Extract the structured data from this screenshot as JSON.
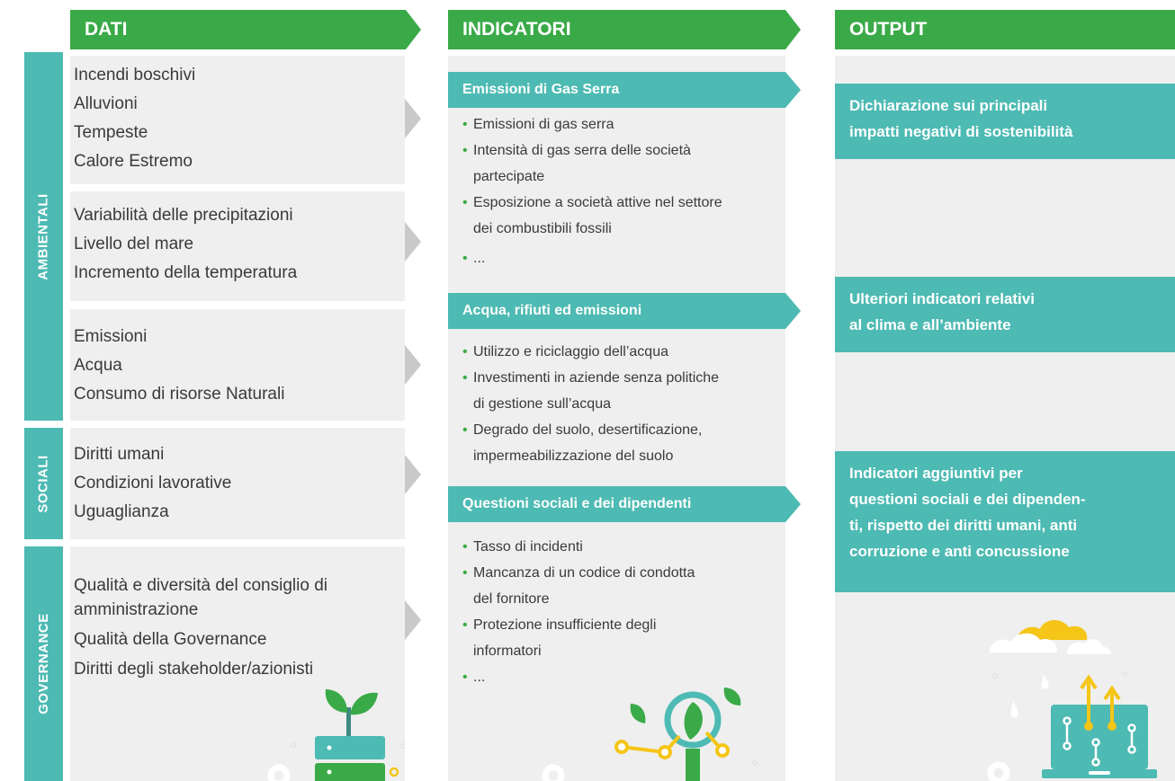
{
  "columns": {
    "dati": "DATI",
    "indicatori": "INDICATORI",
    "output": "OUTPUT"
  },
  "categories": {
    "ambientali": "AMBIENTALI",
    "sociali": "SOCIALI",
    "governance": "GOVERNANCE"
  },
  "dati_groups": [
    {
      "items": [
        "Incendi boschivi",
        "Alluvioni",
        "Tempeste",
        "Calore Estremo"
      ]
    },
    {
      "items": [
        "Variabilità delle precipitazioni",
        "Livello del mare",
        "Incremento della temperatura"
      ]
    },
    {
      "items": [
        "Emissioni",
        "Acqua",
        "Consumo di risorse Naturali"
      ]
    },
    {
      "items": [
        "Diritti umani",
        "Condizioni lavorative",
        "Uguaglianza"
      ]
    },
    {
      "items": [
        "Qualità e diversità del consiglio di",
        "amministrazione",
        "Qualità della Governance",
        "Diritti degli stakeholder/azionisti"
      ]
    }
  ],
  "indicator_groups": [
    {
      "title": "Emissioni di Gas Serra",
      "bullets": [
        [
          "Emissioni di gas serra"
        ],
        [
          "Intensità di gas serra delle società",
          "partecipate"
        ],
        [
          "Esposizione a società attive nel settore",
          "dei combustibili fossili"
        ],
        [
          "..."
        ]
      ]
    },
    {
      "title": "Acqua, rifiuti ed emissioni",
      "bullets": [
        [
          "Utilizzo e riciclaggio dell’acqua"
        ],
        [
          "Investimenti in aziende senza politiche",
          "di gestione sull’acqua"
        ],
        [
          "Degrado del suolo, desertificazione,",
          "impermeabilizzazione del suolo"
        ]
      ]
    },
    {
      "title": "Questioni sociali e dei dipendenti",
      "bullets": [
        [
          "Tasso di incidenti"
        ],
        [
          "Mancanza di un codice di condotta",
          "del fornitore"
        ],
        [
          "Protezione insufficiente degli",
          "informatori"
        ],
        [
          "..."
        ]
      ]
    }
  ],
  "outputs": [
    {
      "lines": [
        "Dichiarazione sui principali",
        "impatti negativi di sostenibilità"
      ]
    },
    {
      "lines": [
        "Ulteriori indicatori relativi",
        "al clima e all’ambiente"
      ]
    },
    {
      "lines": [
        "Indicatori aggiuntivi per",
        "questioni sociali e dei dipenden-",
        "ti, rispetto dei diritti umani, anti",
        "corruzione e anti concussione"
      ]
    }
  ],
  "colors": {
    "green": "#3aaa48",
    "teal": "#4dbab3",
    "gray_panel": "#efefef",
    "yellow": "#f5c518"
  },
  "icons": [
    "plant-server-illustration",
    "magnifier-leaf-illustration",
    "laptop-cloud-illustration"
  ]
}
